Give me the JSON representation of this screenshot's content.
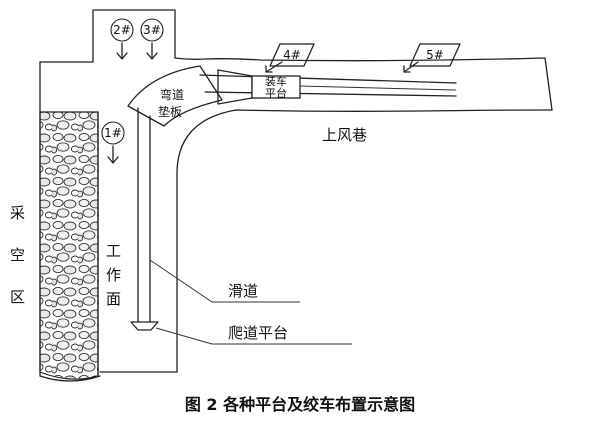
{
  "caption": "图 2  各种平台及绞车布置示意图",
  "labels": {
    "gob_area": [
      "采",
      "空",
      "区"
    ],
    "working_face": [
      "工",
      "作",
      "面"
    ],
    "curve_pad": [
      "弯道",
      "垫板"
    ],
    "loading_platform": [
      "装车",
      "平台"
    ],
    "upper_airway": "上风巷",
    "slideway": "滑道",
    "climbing_platform": "爬道平台"
  },
  "winches": [
    "1#",
    "2#",
    "3#",
    "4#",
    "5#"
  ]
}
